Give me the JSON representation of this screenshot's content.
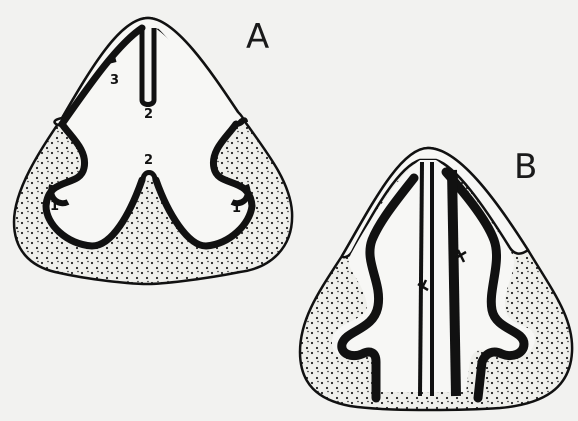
{
  "panels": [
    {
      "label": "A"
    },
    {
      "label": "B"
    }
  ],
  "callouts": [
    "1",
    "1",
    "2",
    "2",
    "3"
  ],
  "colors": {
    "background": "#f2f2f0",
    "ink": "#111111",
    "stipple_fill": "#eeeeea",
    "open_fill": "#f7f7f5"
  }
}
